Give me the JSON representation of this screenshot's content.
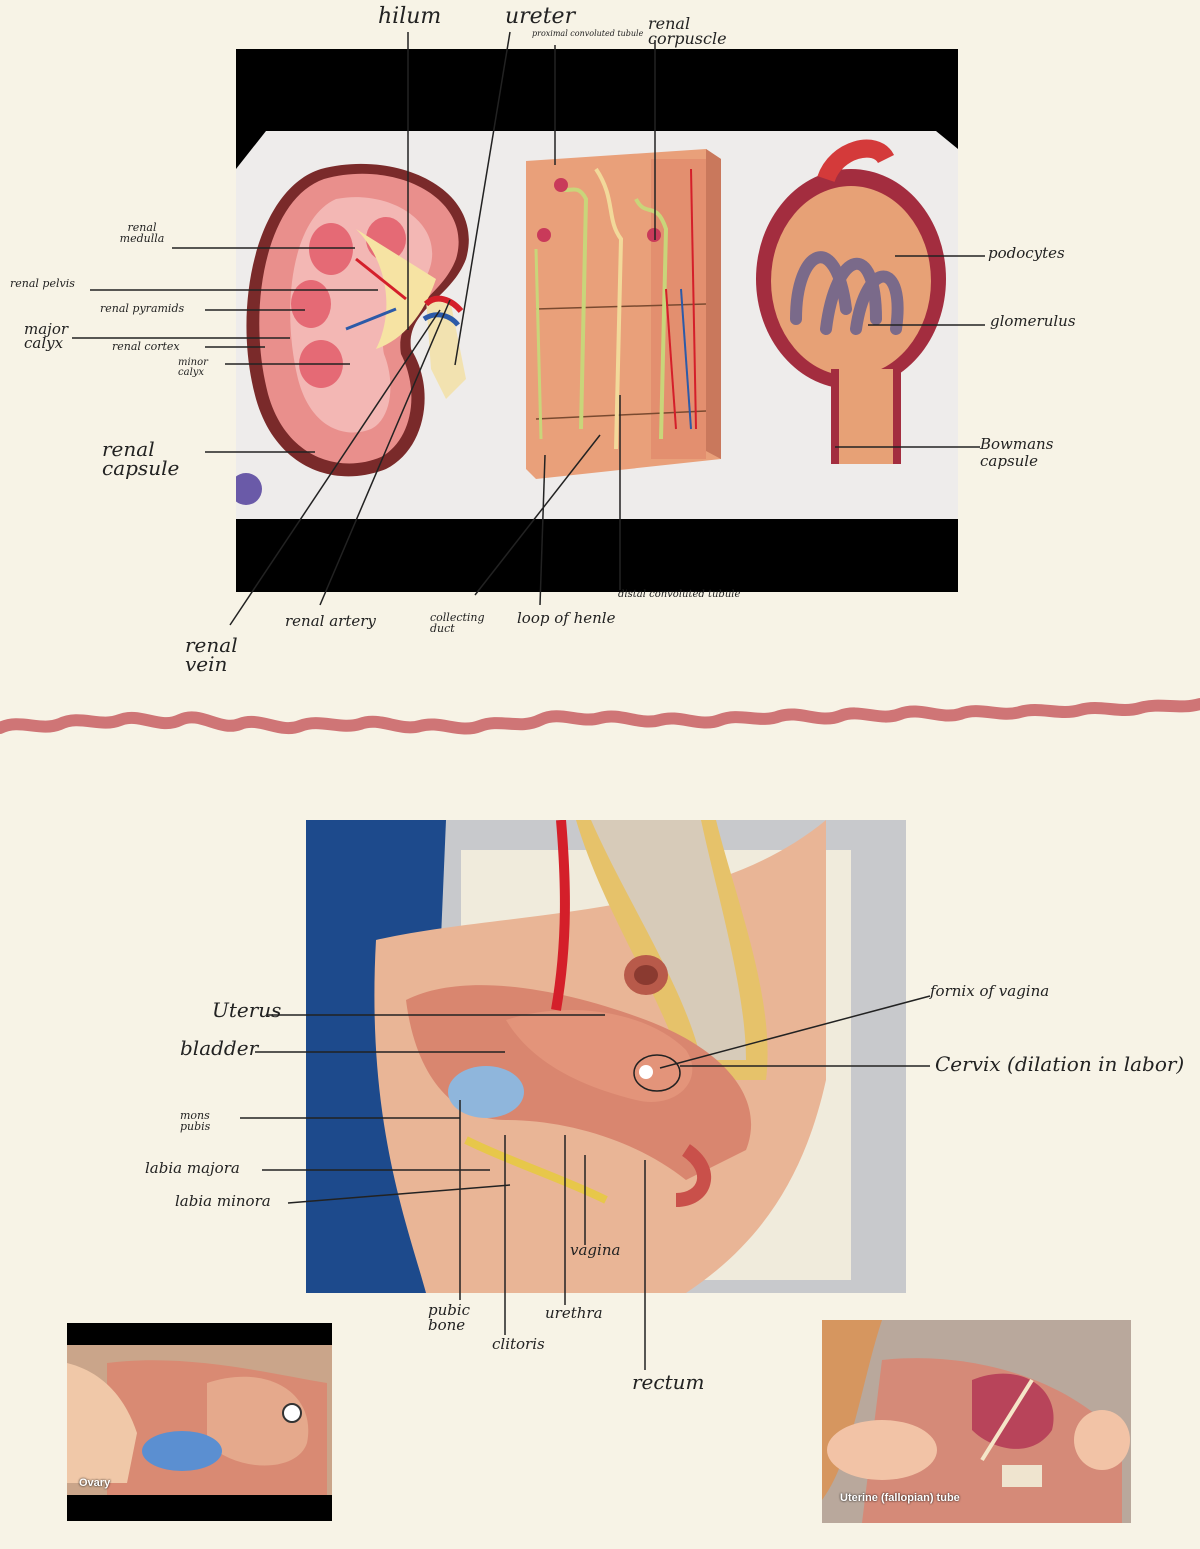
{
  "kidney_section": {
    "labels": {
      "hilum": "hilum",
      "ureter": "ureter",
      "proximal_convoluted_tubule": "proximal convoluted tubule",
      "renal_corpuscle": "renal corpuscle",
      "renal_medulla": "renal medulla",
      "renal_pelvis": "renal pelvis",
      "renal_pyramids": "renal pyramids",
      "major_calyx": "major calyx",
      "renal_cortex": "renal cortex",
      "minor_calyx": "minor calyx",
      "renal_capsule": "renal capsule",
      "podocytes": "podocytes",
      "glomerulus": "glomerulus",
      "bowmans_capsule": "Bowmans capsule",
      "distal_convoluted_tubule": "distal convoluted tubule",
      "renal_vein": "renal vein",
      "renal_artery": "renal artery",
      "collecting_duct": "collecting duct",
      "loop_of_henle": "loop of henle"
    }
  },
  "pelvis_section": {
    "labels": {
      "uterus": "Uterus",
      "bladder": "bladder",
      "mons_pubis": "mons pubis",
      "labia_majora": "labia majora",
      "labia_minora": "labia minora",
      "fornix_of_vagina": "fornix of vagina",
      "cervix": "Cervix (dilation in labor)",
      "vagina": "vagina",
      "pubic_bone": "pubic bone",
      "urethra": "urethra",
      "clitoris": "clitoris",
      "rectum": "rectum"
    }
  },
  "thumbnails": {
    "left_caption": "Ovary",
    "right_caption": "Uterine (fallopian) tube"
  },
  "colors": {
    "background": "#f7f3e6",
    "divider": "#cf7576",
    "ink": "#222222"
  }
}
